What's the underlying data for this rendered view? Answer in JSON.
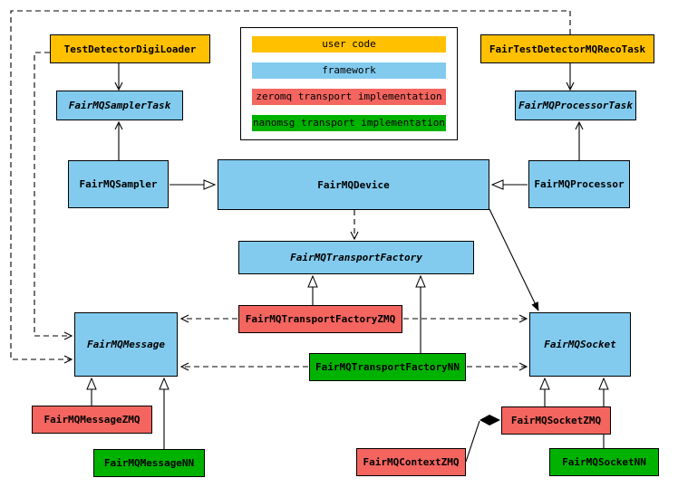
{
  "colors": {
    "user_code": "#ffc000",
    "framework": "#82cbee",
    "zeromq": "#f4655f",
    "nanomsg": "#00b200",
    "line": "#000000",
    "background": "#ffffff"
  },
  "legend": [
    {
      "label": "user code",
      "color": "#ffc000"
    },
    {
      "label": "framework",
      "color": "#82cbee"
    },
    {
      "label": "zeromq transport implementation",
      "color": "#f4655f"
    },
    {
      "label": "nanomsg transport implementation",
      "color": "#00b200"
    }
  ],
  "nodes": {
    "digi_loader": "TestDetectorDigiLoader",
    "reco_task": "FairTestDetectorMQRecoTask",
    "sampler_task": "FairMQSamplerTask",
    "processor_task": "FairMQProcessorTask",
    "sampler": "FairMQSampler",
    "device": "FairMQDevice",
    "processor": "FairMQProcessor",
    "transport_factory": "FairMQTransportFactory",
    "transport_factory_zmq": "FairMQTransportFactoryZMQ",
    "transport_factory_nn": "FairMQTransportFactoryNN",
    "message": "FairMQMessage",
    "socket": "FairMQSocket",
    "message_zmq": "FairMQMessageZMQ",
    "message_nn": "FairMQMessageNN",
    "socket_zmq": "FairMQSocketZMQ",
    "context_zmq": "FairMQContextZMQ",
    "socket_nn": "FairMQSocketNN"
  },
  "edges": [
    {
      "from": "TestDetectorDigiLoader",
      "to": "FairMQSamplerTask",
      "style": "solid",
      "head": "vee"
    },
    {
      "from": "FairMQSampler",
      "to": "FairMQSamplerTask",
      "style": "solid",
      "head": "vee"
    },
    {
      "from": "FairMQSampler",
      "to": "FairMQDevice",
      "style": "solid",
      "head": "hollow-triangle"
    },
    {
      "from": "FairMQProcessor",
      "to": "FairMQDevice",
      "style": "solid",
      "head": "hollow-triangle"
    },
    {
      "from": "FairTestDetectorMQRecoTask",
      "to": "FairMQProcessorTask",
      "style": "solid",
      "head": "vee"
    },
    {
      "from": "FairMQProcessor",
      "to": "FairMQProcessorTask",
      "style": "solid",
      "head": "vee"
    },
    {
      "from": "FairMQDevice",
      "to": "FairMQTransportFactory",
      "style": "dashed",
      "head": "vee"
    },
    {
      "from": "FairMQTransportFactoryZMQ",
      "to": "FairMQTransportFactory",
      "style": "solid",
      "head": "hollow-triangle"
    },
    {
      "from": "FairMQTransportFactoryNN",
      "to": "FairMQTransportFactory",
      "style": "solid",
      "head": "hollow-triangle"
    },
    {
      "from": "FairMQTransportFactoryZMQ",
      "to": "FairMQMessage",
      "style": "dashed",
      "head": "vee"
    },
    {
      "from": "FairMQTransportFactoryZMQ",
      "to": "FairMQSocket",
      "style": "dashed",
      "head": "vee"
    },
    {
      "from": "FairMQTransportFactoryNN",
      "to": "FairMQMessage",
      "style": "dashed",
      "head": "vee"
    },
    {
      "from": "FairMQTransportFactoryNN",
      "to": "FairMQSocket",
      "style": "dashed",
      "head": "vee"
    },
    {
      "from": "FairMQDevice",
      "to": "FairMQSocket",
      "style": "solid",
      "head": "filled-triangle"
    },
    {
      "from": "FairMQMessageZMQ",
      "to": "FairMQMessage",
      "style": "solid",
      "head": "hollow-triangle"
    },
    {
      "from": "FairMQMessageNN",
      "to": "FairMQMessage",
      "style": "solid",
      "head": "hollow-triangle"
    },
    {
      "from": "FairMQSocketZMQ",
      "to": "FairMQSocket",
      "style": "solid",
      "head": "hollow-triangle"
    },
    {
      "from": "FairMQSocketNN",
      "to": "FairMQSocket",
      "style": "solid",
      "head": "hollow-triangle"
    },
    {
      "from": "FairMQContextZMQ",
      "to": "FairMQSocketZMQ",
      "style": "solid",
      "head": "filled-diamond"
    },
    {
      "from": "FairTestDetectorMQRecoTask",
      "to": "FairMQMessage",
      "style": "dashed",
      "head": "vee"
    },
    {
      "from": "TestDetectorDigiLoader",
      "to": "FairMQMessage",
      "style": "dashed",
      "head": "vee"
    }
  ]
}
